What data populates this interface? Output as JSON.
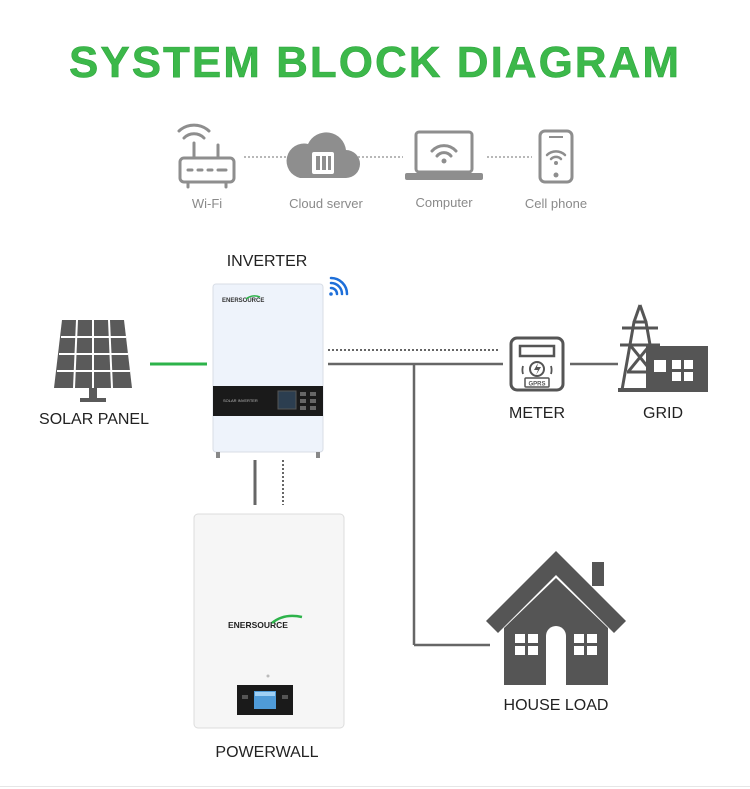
{
  "title": "SYSTEM BLOCK DIAGRAM",
  "connectivity": {
    "items": [
      {
        "label": "Wi-Fi",
        "icon": "wifi-router-icon"
      },
      {
        "label": "Cloud server",
        "icon": "cloud-server-icon"
      },
      {
        "label": "Computer",
        "icon": "laptop-wifi-icon"
      },
      {
        "label": "Cell phone",
        "icon": "phone-wifi-icon"
      }
    ]
  },
  "components": {
    "inverter": {
      "label": "INVERTER",
      "brand": "ENERSOURCE",
      "panel_text": "SOLAR INVERTER"
    },
    "solar_panel": {
      "label": "SOLAR PANEL"
    },
    "meter": {
      "label": "METER",
      "badge": "GPRS"
    },
    "grid": {
      "label": "GRID"
    },
    "powerwall": {
      "label": "POWERWALL",
      "brand": "ENERSOURCE"
    },
    "house_load": {
      "label": "HOUSE LOAD"
    }
  },
  "colors": {
    "title_green": "#3cb84a",
    "icon_gray": "#8e8e8e",
    "dark_gray": "#555555",
    "line_gray": "#666666",
    "solar_link_green": "#2db34a",
    "wifi_blue": "#1e6fd9"
  }
}
